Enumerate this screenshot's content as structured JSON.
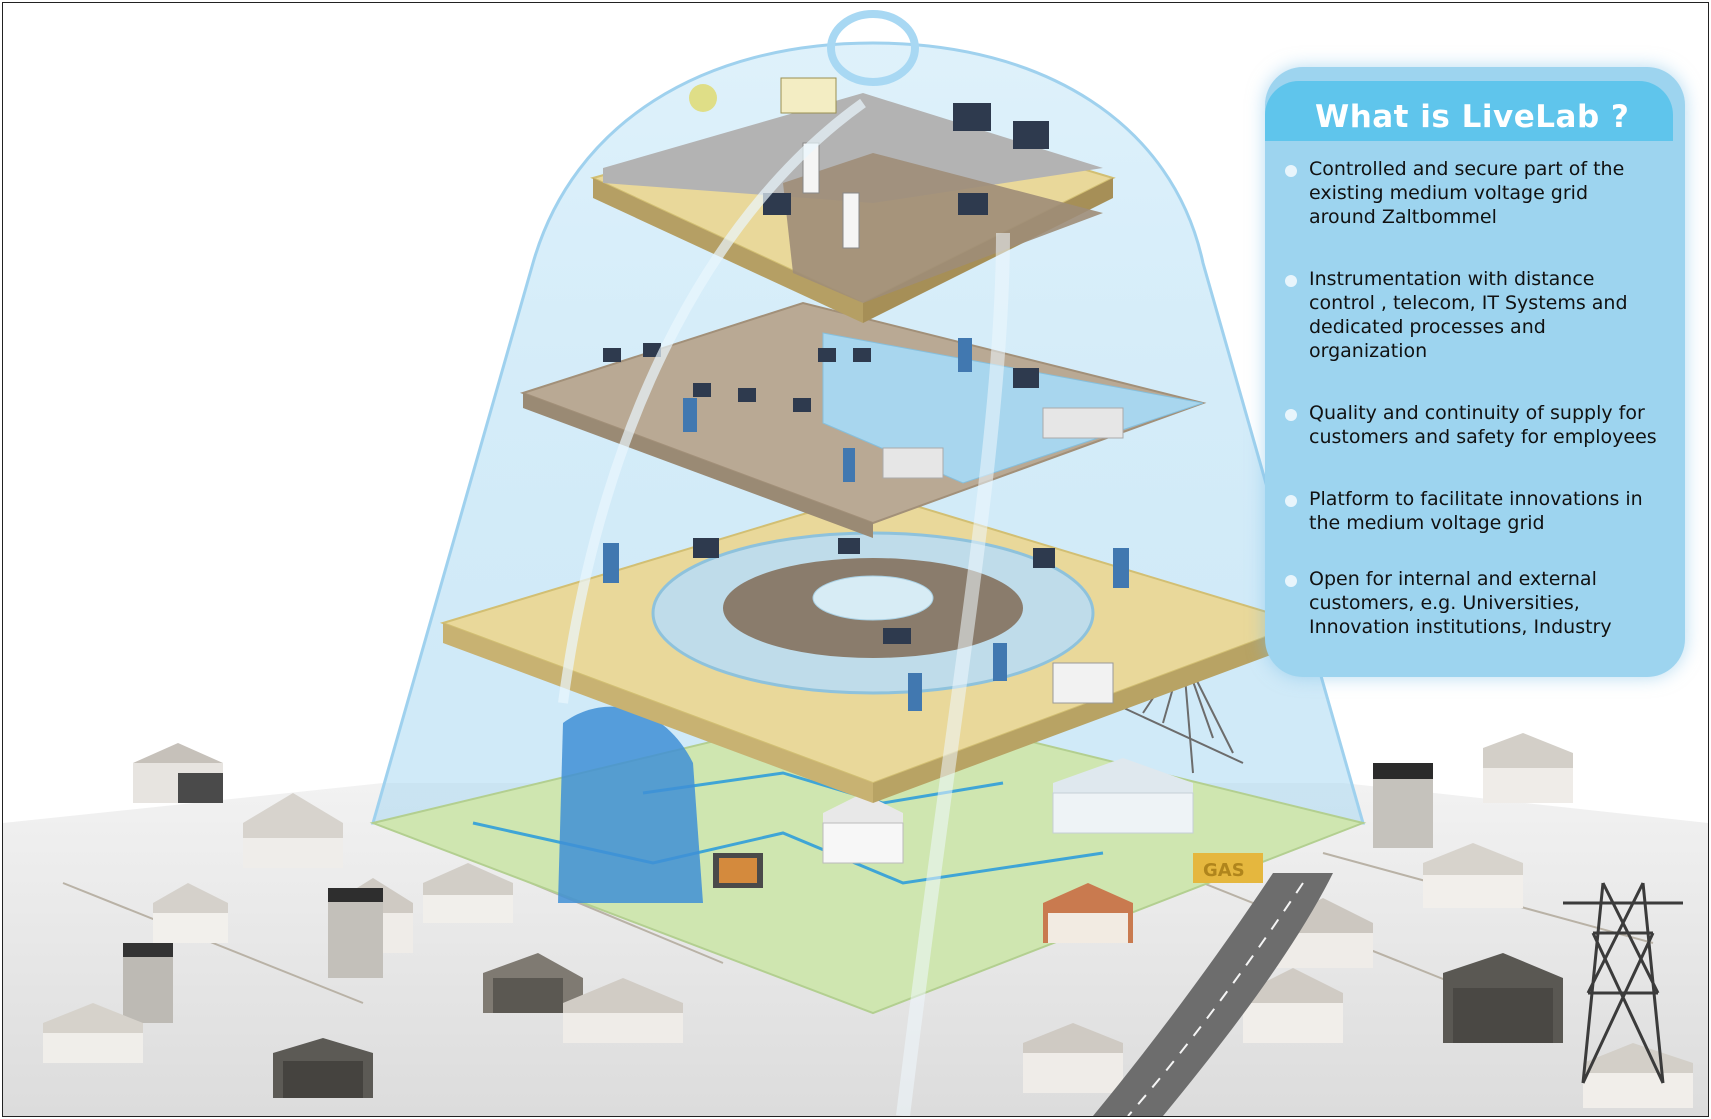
{
  "panel": {
    "title": "What is LiveLab ?",
    "bullets": [
      "Controlled and secure part of the existing medium voltage grid around Zaltbommel",
      "Instrumentation with distance control , telecom, IT Systems and dedicated processes and organization",
      "Quality and continuity of supply for customers and safety for employees",
      "Platform to facilitate innovations in the medium voltage grid",
      "Open for internal and external customers, e.g. Universities, Innovation institutions, Industry"
    ]
  },
  "illustration": {
    "sign_text": "GAS",
    "colors": {
      "dome": "#bfe3f7",
      "floor_tan": "#e9d89a",
      "floor_brown": "#b9a994",
      "floor_blue": "#a8d6ee",
      "ground_green": "#cfe6b0",
      "panel_bg": "#9dd4ef",
      "panel_title_bg": "#5fc5ec"
    }
  }
}
